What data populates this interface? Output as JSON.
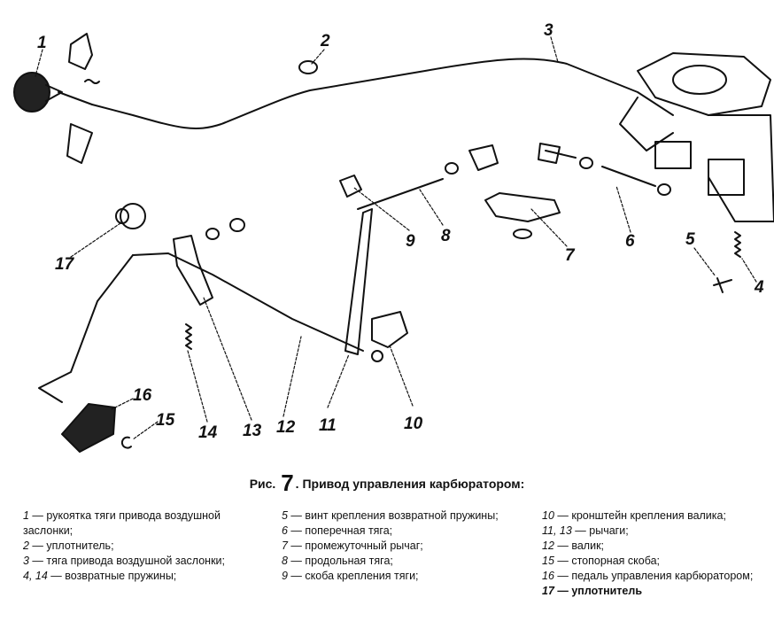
{
  "callouts": [
    "1",
    "2",
    "3",
    "4",
    "5",
    "6",
    "7",
    "8",
    "9",
    "10",
    "11",
    "12",
    "13",
    "14",
    "15",
    "16",
    "17"
  ],
  "caption": {
    "prefix": "Рис.",
    "number": "7",
    "title": ". Привод управления карбюратором:"
  },
  "legend": {
    "col1": [
      {
        "num": "1",
        "text": " — рукоятка тяги привода воздушной заслонки;"
      },
      {
        "num": "2",
        "text": " — уплотнитель;"
      },
      {
        "num": "3",
        "text": " — тяга привода воздушной заслонки;"
      },
      {
        "num": "4, 14",
        "text": " — возвратные пружины;"
      }
    ],
    "col2": [
      {
        "num": "5",
        "text": " — винт крепления возвратной пружины;"
      },
      {
        "num": "6",
        "text": " — поперечная тяга;"
      },
      {
        "num": "7",
        "text": " — промежуточный рычаг;"
      },
      {
        "num": "8",
        "text": " — продольная тяга;"
      },
      {
        "num": "9",
        "text": " — скоба крепления тяги;"
      }
    ],
    "col3": [
      {
        "num": "10",
        "text": " — кронштейн крепления валика;"
      },
      {
        "num": "11, 13",
        "text": " — рычаги;"
      },
      {
        "num": "12",
        "text": " — валик;"
      },
      {
        "num": "15",
        "text": " — стопорная скоба;"
      },
      {
        "num": "16",
        "text": " — педаль управления карбюратором;"
      },
      {
        "num": "17",
        "text": " — уплотнитель"
      }
    ]
  }
}
